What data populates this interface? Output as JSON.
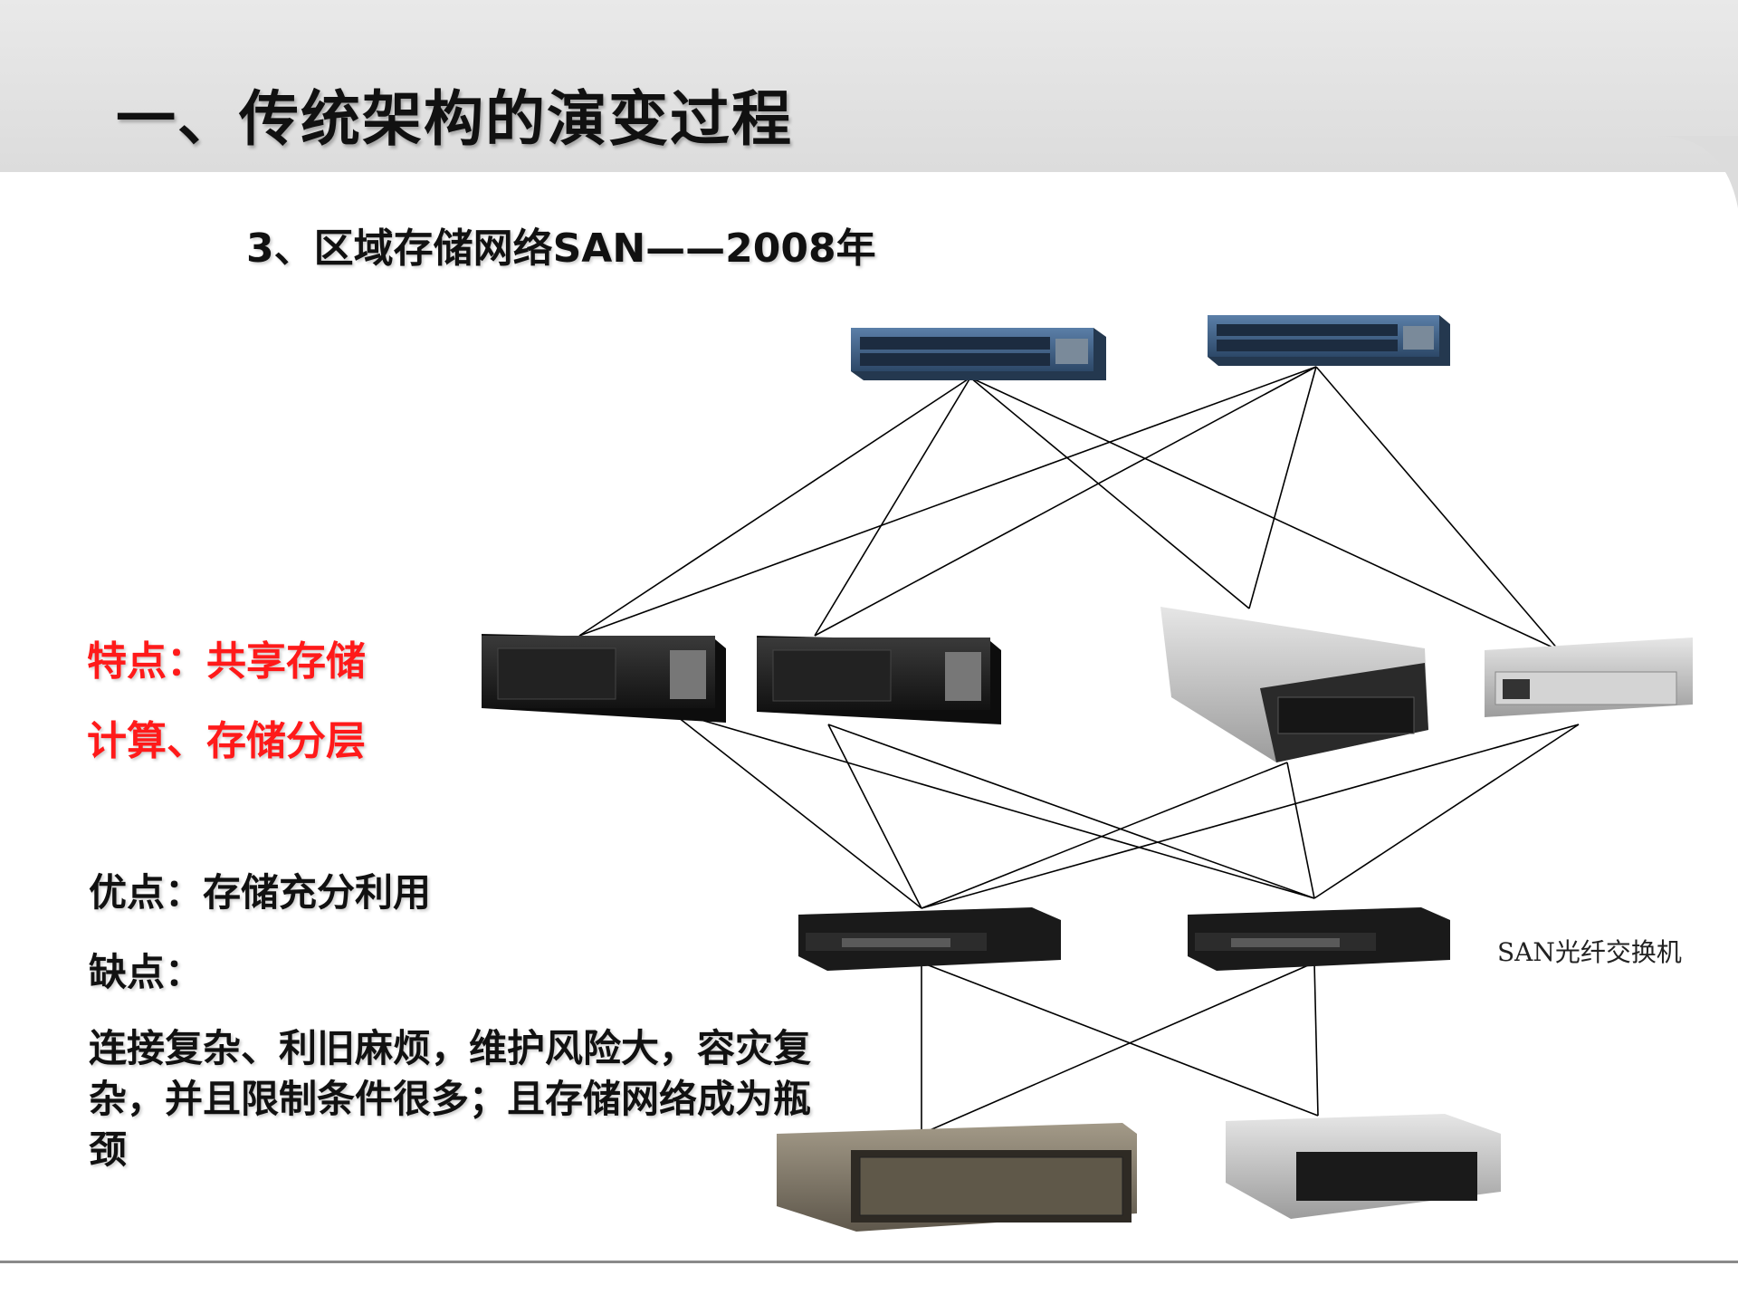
{
  "slide": {
    "title": "一、传统架构的演变过程",
    "subtitle": "3、区域存储网络SAN——2008年",
    "features": [
      "特点：共享存储",
      "计算、存储分层"
    ],
    "pros": "优点：存储充分利用",
    "cons_heading": "缺点：",
    "cons_text": "连接复杂、利旧麻烦，维护风险大，容灾复杂，并且限制条件很多；且存储网络成为瓶颈",
    "san_switch_label": "SAN光纤交换机"
  },
  "colors": {
    "accent_red": "#ff1a1a",
    "text": "#111111",
    "header_gray": "#e2e2e2",
    "switch_blue": "#3b5f86"
  },
  "diagram": {
    "nodes": [
      {
        "id": "eth-switch-1",
        "kind": "ethernet-switch"
      },
      {
        "id": "eth-switch-2",
        "kind": "ethernet-switch"
      },
      {
        "id": "server-1",
        "kind": "rack-server"
      },
      {
        "id": "server-2",
        "kind": "rack-server"
      },
      {
        "id": "server-3",
        "kind": "rack-server"
      },
      {
        "id": "server-4",
        "kind": "rack-server"
      },
      {
        "id": "san-switch-1",
        "kind": "san-fc-switch"
      },
      {
        "id": "san-switch-2",
        "kind": "san-fc-switch"
      },
      {
        "id": "storage-1",
        "kind": "disk-array"
      },
      {
        "id": "storage-2",
        "kind": "disk-array"
      }
    ],
    "links": [
      [
        "eth-switch-1",
        "server-1"
      ],
      [
        "eth-switch-1",
        "server-2"
      ],
      [
        "eth-switch-1",
        "server-3"
      ],
      [
        "eth-switch-1",
        "server-4"
      ],
      [
        "eth-switch-2",
        "server-1"
      ],
      [
        "eth-switch-2",
        "server-2"
      ],
      [
        "eth-switch-2",
        "server-3"
      ],
      [
        "eth-switch-2",
        "server-4"
      ],
      [
        "server-1",
        "san-switch-1"
      ],
      [
        "server-1",
        "san-switch-2"
      ],
      [
        "server-2",
        "san-switch-1"
      ],
      [
        "server-2",
        "san-switch-2"
      ],
      [
        "server-3",
        "san-switch-1"
      ],
      [
        "server-3",
        "san-switch-2"
      ],
      [
        "server-4",
        "san-switch-1"
      ],
      [
        "server-4",
        "san-switch-2"
      ],
      [
        "san-switch-1",
        "storage-1"
      ],
      [
        "san-switch-1",
        "storage-2"
      ],
      [
        "san-switch-2",
        "storage-1"
      ],
      [
        "san-switch-2",
        "storage-2"
      ]
    ]
  }
}
